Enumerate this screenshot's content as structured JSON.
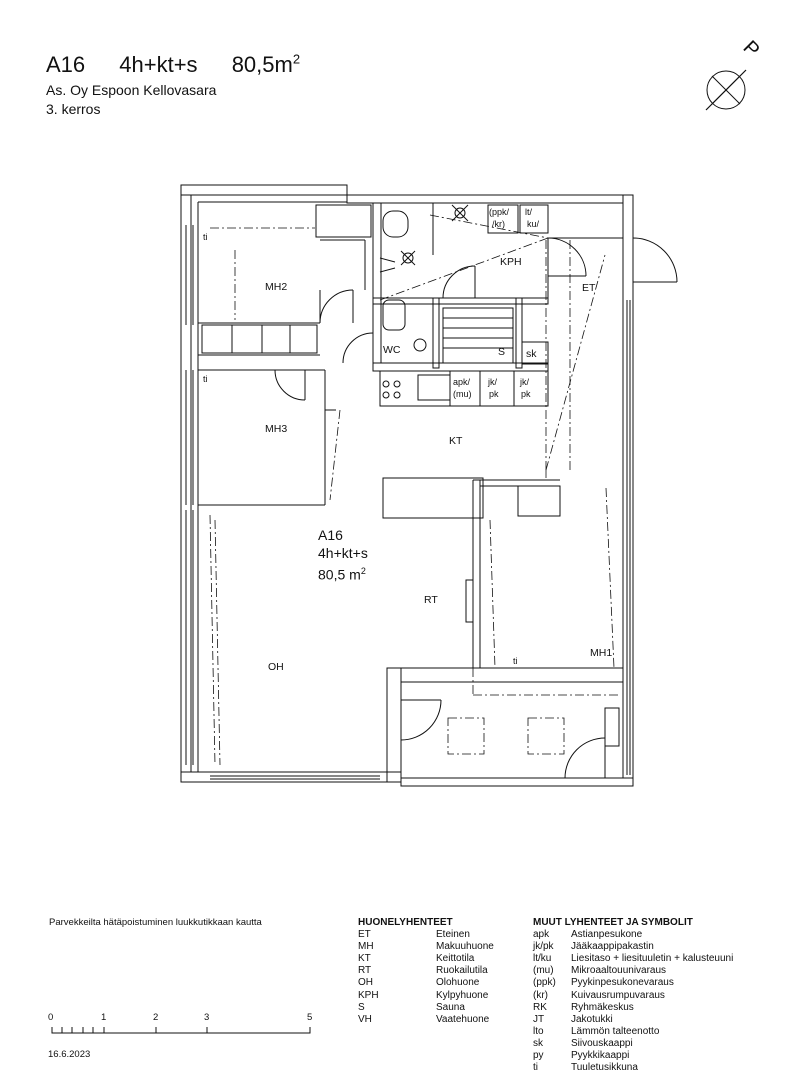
{
  "header": {
    "apartment": "A16",
    "type": "4h+kt+s",
    "area": "80,5m",
    "area_sup": "2",
    "building": "As. Oy Espoon Kellovasara",
    "floor": "3. kerros"
  },
  "compass": {
    "label": "P"
  },
  "rooms": {
    "mh2": "MH2",
    "mh3": "MH3",
    "kph": "KPH",
    "wc": "WC",
    "et": "ET",
    "kt": "KT",
    "rt": "RT",
    "oh": "OH",
    "mh1": "MH1",
    "s": "S",
    "sk": "sk"
  },
  "fixtures": {
    "ppk_top": "(ppk/",
    "kr_top": "/kr)",
    "lt_top": "lt/",
    "ku_top": "ku/",
    "ti_mh2": "ti",
    "ti_mh3": "ti",
    "ti_mh1": "ti",
    "apk": "apk/",
    "mu": "(mu)",
    "jk1": "jk/",
    "pk1": "pk",
    "jk2": "jk/",
    "pk2": "pk"
  },
  "center": {
    "apartment": "A16",
    "type": "4h+kt+s",
    "area": "80,5 m",
    "area_sup": "2"
  },
  "note": "Parvekkeilta hätäpoistuminen luukkutikkaan kautta",
  "room_abbr": {
    "title": "HUONELYHENTEET",
    "items": [
      {
        "abbr": "ET",
        "name": "Eteinen"
      },
      {
        "abbr": "MH",
        "name": "Makuuhuone"
      },
      {
        "abbr": "KT",
        "name": "Keittotila"
      },
      {
        "abbr": "RT",
        "name": "Ruokailutila"
      },
      {
        "abbr": "OH",
        "name": "Olohuone"
      },
      {
        "abbr": "KPH",
        "name": "Kylpyhuone"
      },
      {
        "abbr": "S",
        "name": "Sauna"
      },
      {
        "abbr": "VH",
        "name": "Vaatehuone"
      }
    ]
  },
  "other_abbr": {
    "title": "MUUT LYHENTEET JA SYMBOLIT",
    "items": [
      {
        "abbr": "apk",
        "name": "Astianpesukone"
      },
      {
        "abbr": "jk/pk",
        "name": "Jääkaappipakastin"
      },
      {
        "abbr": "lt/ku",
        "name": "Liesitaso + liesituuletin + kalusteuuni"
      },
      {
        "abbr": "(mu)",
        "name": "Mikroaaltouunivaraus"
      },
      {
        "abbr": "(ppk)",
        "name": "Pyykinpesukonevaraus"
      },
      {
        "abbr": "(kr)",
        "name": "Kuivausrumpuvaraus"
      },
      {
        "abbr": "RK",
        "name": "Ryhmäkeskus"
      },
      {
        "abbr": "JT",
        "name": "Jakotukki"
      },
      {
        "abbr": "lto",
        "name": "Lämmön talteenotto"
      },
      {
        "abbr": "sk",
        "name": "Siivouskaappi"
      },
      {
        "abbr": "py",
        "name": "Pyykkikaappi"
      },
      {
        "abbr": "ti",
        "name": "Tuuletusikkuna"
      }
    ]
  },
  "scale": {
    "ticks": [
      "0",
      "1",
      "2",
      "3",
      "5"
    ]
  },
  "date": "16.6.2023"
}
